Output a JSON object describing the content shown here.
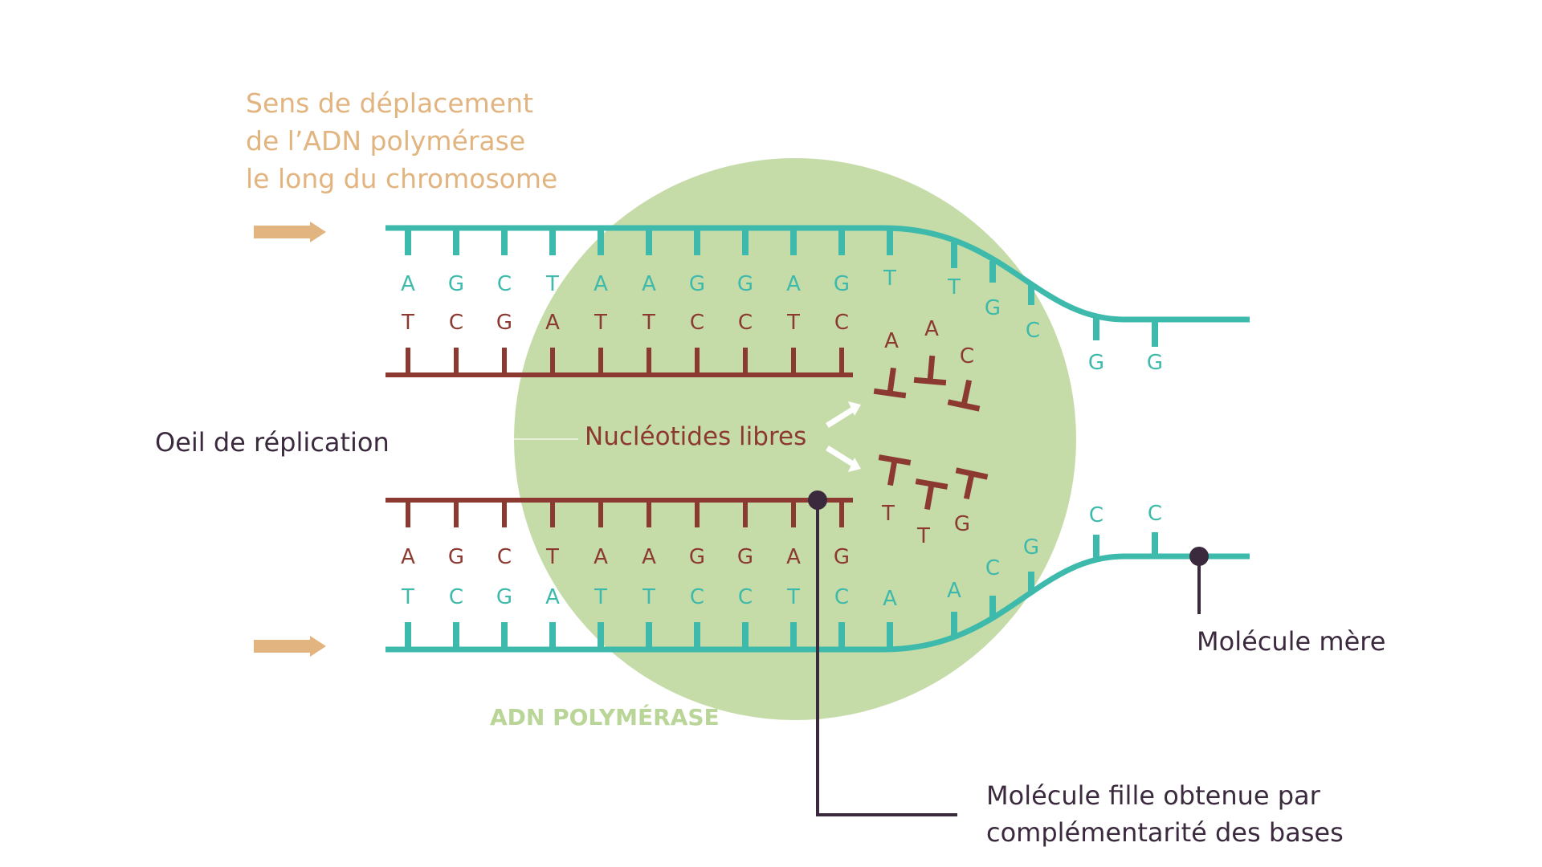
{
  "labels": {
    "direction": [
      "Sens de déplacement",
      "de l’ADN polymérase",
      "le long du chromosome"
    ],
    "replication_eye": "Oeil de réplication",
    "free_nucleotides": "Nucléotides libres",
    "enzyme": "ADN POLYMÉRASE",
    "mother_molecule": "Molécule mère",
    "daughter_molecule": [
      "Molécule fille obtenue par",
      "complémentarité des bases"
    ]
  },
  "strands": {
    "top_parent_paired": [
      "A",
      "G",
      "C",
      "T",
      "A",
      "A",
      "G",
      "G",
      "A",
      "G"
    ],
    "top_new": [
      "T",
      "C",
      "G",
      "A",
      "T",
      "T",
      "C",
      "C",
      "T",
      "C"
    ],
    "top_parent_unpaired": [
      "T",
      "T",
      "G",
      "C",
      "G",
      "G"
    ],
    "top_free_nucleotides": [
      "A",
      "A",
      "C"
    ],
    "bottom_new": [
      "A",
      "G",
      "C",
      "T",
      "A",
      "A",
      "G",
      "G",
      "A",
      "G"
    ],
    "bottom_parent_paired": [
      "T",
      "C",
      "G",
      "A",
      "T",
      "T",
      "C",
      "C",
      "T",
      "C"
    ],
    "bottom_parent_unpaired": [
      "A",
      "A",
      "C",
      "G",
      "C",
      "C"
    ],
    "bottom_free_nucleotides": [
      "T",
      "T",
      "G"
    ]
  },
  "colors": {
    "parent_strand": "#3dbaab",
    "new_strand": "#8c3a31",
    "enzyme": "#c5dba8",
    "enzyme_label": "#b9d597",
    "direction": "#e2b47f",
    "pointer": "#3b2a3e",
    "free_label": "#8c3a31"
  }
}
